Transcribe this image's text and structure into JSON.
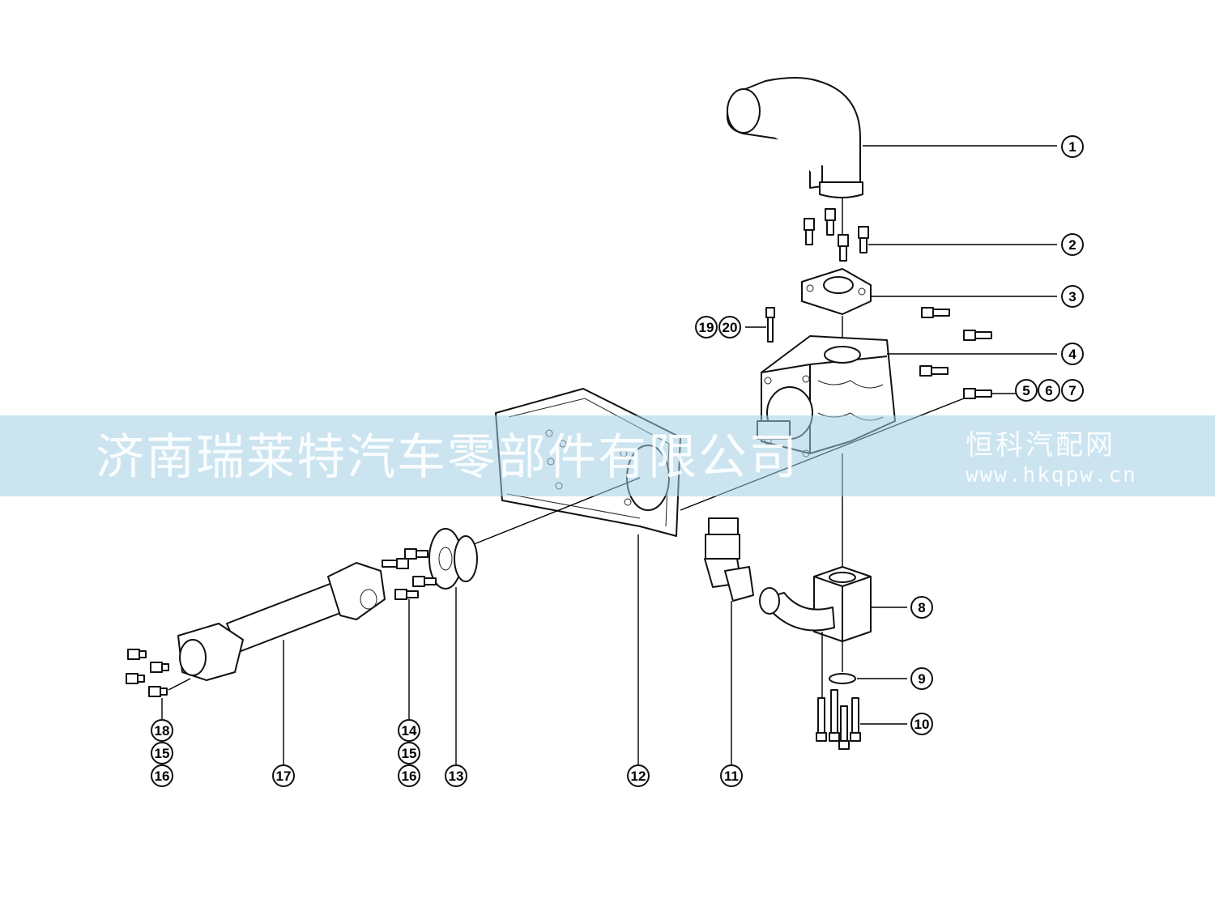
{
  "callouts": [
    "1",
    "2",
    "3",
    "4",
    "5",
    "6",
    "7",
    "8",
    "9",
    "10",
    "11",
    "12",
    "13",
    "14",
    "15",
    "16",
    "17",
    "18",
    "19",
    "20"
  ],
  "watermark": {
    "company": "济南瑞莱特汽车零部件有限公司",
    "site_name": "恒科汽配网",
    "site_url": "www.hkqpw.cn"
  },
  "colors": {
    "band": "#a0cde4",
    "ink": "#000000"
  }
}
